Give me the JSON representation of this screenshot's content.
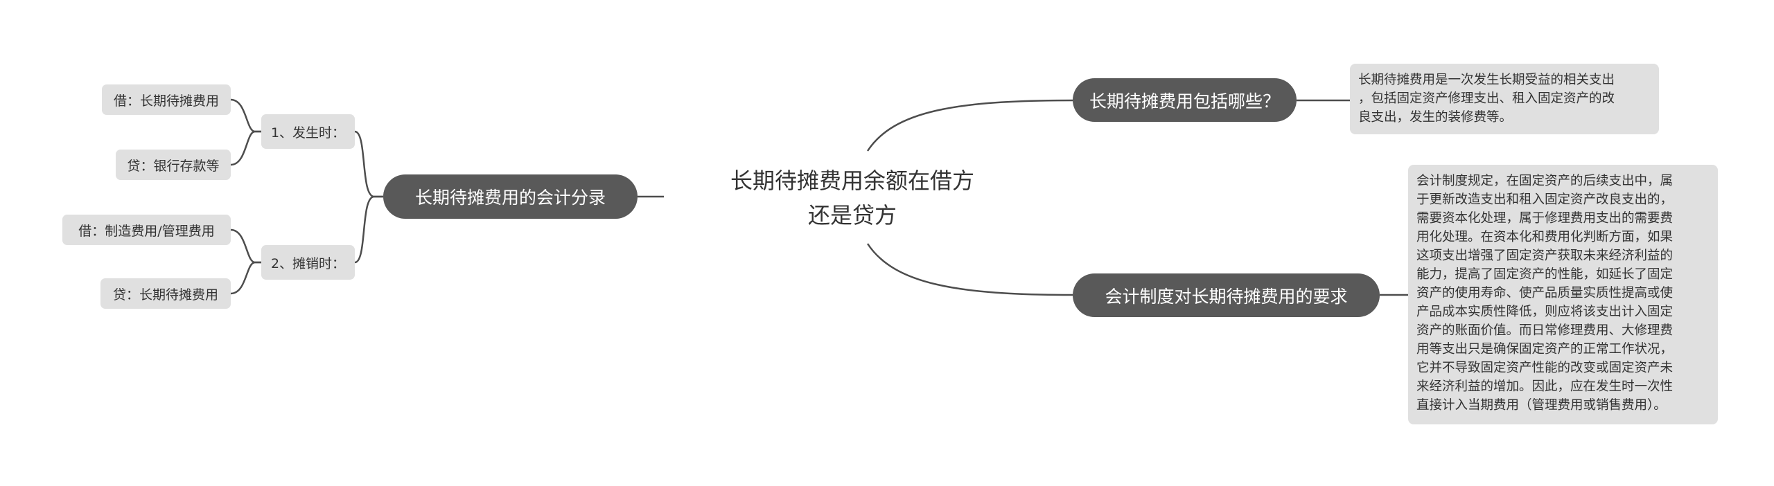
{
  "root": {
    "title_line1": "长期待摊费用余额在借方",
    "title_line2": "还是贷方"
  },
  "left": {
    "branch": "长期待摊费用的会计分录",
    "sub1": {
      "label": "1、发生时：",
      "debit": "借：长期待摊费用",
      "credit": "贷：银行存款等"
    },
    "sub2": {
      "label": "2、摊销时：",
      "debit": "借：制造费用/管理费用",
      "credit": "贷：长期待摊费用"
    }
  },
  "right": {
    "branch1": "长期待摊费用包括哪些？",
    "note1": "长期待摊费用是一次发生长期受益的相关支出\n，包括固定资产修理支出、租入固定资产的改\n良支出，发生的装修费等。",
    "branch2": "会计制度对长期待摊费用的要求",
    "note2": "会计制度规定，在固定资产的后续支出中，属\n于更新改造支出和租入固定资产改良支出的，\n需要资本化处理，属于修理费用支出的需要费\n用化处理。在资本化和费用化判断方面，如果\n这项支出增强了固定资产获取未来经济利益的\n能力，提高了固定资产的性能，如延长了固定\n资产的使用寿命、使产品质量实质性提高或使\n产品成本实质性降低，则应将该支出计入固定\n资产的账面价值。而日常修理费用、大修理费\n用等支出只是确保固定资产的正常工作状况，\n它并不导致固定资产性能的改变或固定资产未\n来经济利益的增加。因此，应在发生时一次性\n直接计入当期费用（管理费用或销售费用）。"
  },
  "colors": {
    "branch_fill": "#595959",
    "leaf_fill": "#e0e0e0",
    "edge": "#4d4d4d",
    "text": "#333333"
  }
}
